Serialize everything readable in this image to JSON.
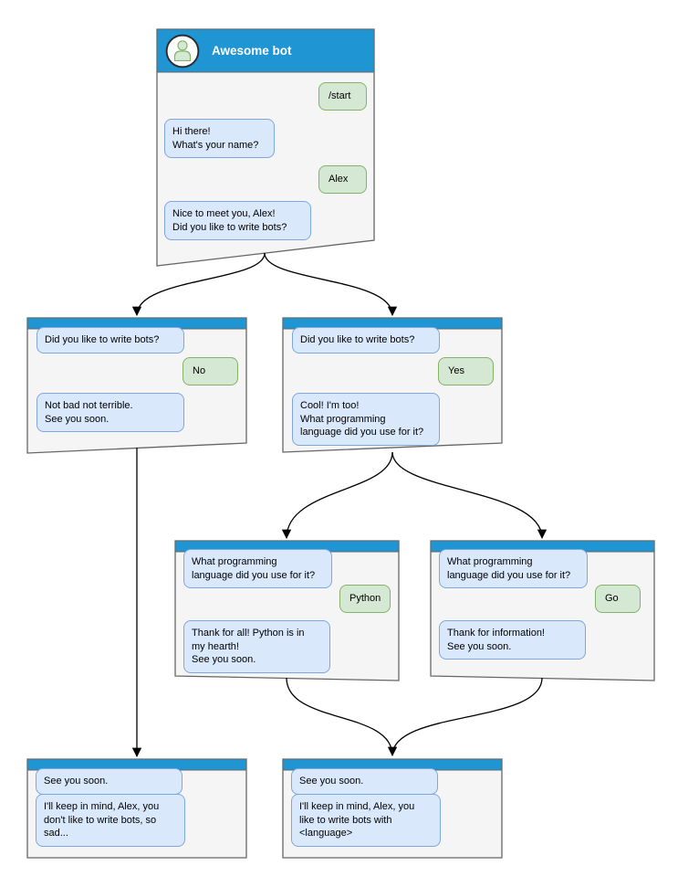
{
  "header": {
    "title": "Awesome bot",
    "avatar_icon": "person-icon"
  },
  "colors": {
    "titlebar_blue": "#2095D3",
    "window_fill": "#F5F5F5",
    "window_stroke": "#666666",
    "bot_bubble_fill": "#DAE8FC",
    "bot_bubble_stroke": "#7EA6E0",
    "user_bubble_fill": "#D5E8D4",
    "user_bubble_stroke": "#82B366",
    "connector": "#000000"
  },
  "nodes": {
    "start": {
      "user1": "/start",
      "bot1": "Hi there!\nWhat's your name?",
      "user2": "Alex",
      "bot2": "Nice to meet you, Alex!\nDid you like to write bots?"
    },
    "no_branch": {
      "context": "Did you like to write bots?",
      "user": "No",
      "bot": "Not bad not terrible.\nSee you soon."
    },
    "yes_branch": {
      "context": "Did you like to write bots?",
      "user": "Yes",
      "bot": "Cool! I'm too!\nWhat programming\nlanguage did you use for it?"
    },
    "python_branch": {
      "context": "What programming\nlanguage did you use for it?",
      "user": "Python",
      "bot": "Thank for all! Python is in\nmy hearth!\nSee you soon."
    },
    "go_branch": {
      "context": "What programming\nlanguage did you use for it?",
      "user": "Go",
      "bot": "Thank for information!\nSee you soon."
    },
    "end_no": {
      "context": "See you soon.",
      "bot": "I'll keep in mind, Alex, you\ndon't like to write bots, so\nsad..."
    },
    "end_yes": {
      "context": "See you soon.",
      "bot": "I'll keep in mind, Alex, you\nlike to write bots with\n<language>"
    }
  }
}
